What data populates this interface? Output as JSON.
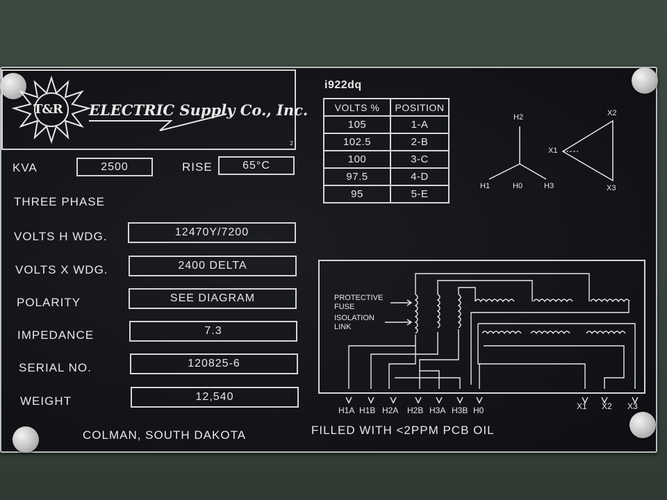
{
  "logo": {
    "mark": "T&R",
    "company": "ELECTRIC Supply Co., Inc.",
    "small_num": "2"
  },
  "id_code": "i922dq",
  "ratings": {
    "kva_label": "KVA",
    "kva": "2500",
    "rise_label": "RISE",
    "rise": "65°C",
    "phase": "THREE PHASE"
  },
  "fields": [
    {
      "label": "VOLTS H WDG.",
      "value": "12470Y/7200"
    },
    {
      "label": "VOLTS X WDG.",
      "value": "2400 DELTA"
    },
    {
      "label": "POLARITY",
      "value": "SEE DIAGRAM"
    },
    {
      "label": "IMPEDANCE",
      "value": "7.3"
    },
    {
      "label": "SERIAL NO.",
      "value": "120825-6"
    },
    {
      "label": "WEIGHT",
      "value": "12,540"
    }
  ],
  "tap_table": {
    "headers": [
      "VOLTS %",
      "POSITION"
    ],
    "rows": [
      [
        "105",
        "1-A"
      ],
      [
        "102.5",
        "2-B"
      ],
      [
        "100",
        "3-C"
      ],
      [
        "97.5",
        "4-D"
      ],
      [
        "95",
        "5-E"
      ]
    ]
  },
  "vector": {
    "wye": [
      "H2",
      "H1",
      "H0",
      "H3"
    ],
    "delta": [
      "X2",
      "X1",
      "X3"
    ]
  },
  "diagram": {
    "protective_fuse": [
      "PROTECTIVE",
      "FUSE"
    ],
    "isolation_link": [
      "ISOLATION",
      "LINK"
    ],
    "terminals": [
      "H1A",
      "H1B",
      "H2A",
      "H2B",
      "H3A",
      "H3B",
      "H0",
      "X1",
      "X2",
      "X3"
    ]
  },
  "footer": {
    "location": "COLMAN, SOUTH DAKOTA",
    "oil": "FILLED WITH <2PPM PCB OIL"
  }
}
